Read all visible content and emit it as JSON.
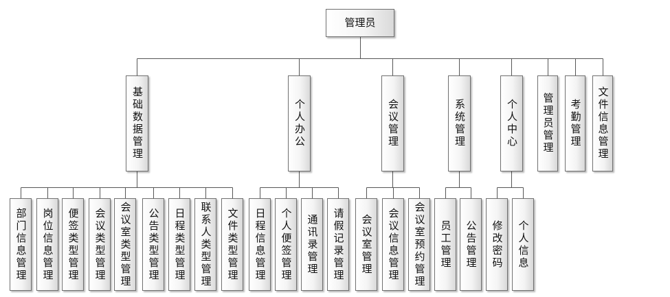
{
  "root": "管理员",
  "level1": [
    {
      "id": "jichu",
      "label": "基础数据管理"
    },
    {
      "id": "geren",
      "label": "个人办公"
    },
    {
      "id": "huiyi",
      "label": "会议管理"
    },
    {
      "id": "xitong",
      "label": "系统管理"
    },
    {
      "id": "zhongxin",
      "label": "个人中心"
    },
    {
      "id": "guanliyuan",
      "label": "管理员管理"
    },
    {
      "id": "kaoqin",
      "label": "考勤管理"
    },
    {
      "id": "wenjian",
      "label": "文件信息管理"
    }
  ],
  "level2": {
    "jichu": [
      "部门信息管理",
      "岗位信息管理",
      "便签类型管理",
      "会议类型管理",
      "会议室类型管理",
      "公告类型管理",
      "日程类型管理",
      "联系人类型管理",
      "文件类型管理"
    ],
    "geren": [
      "日程信息管理",
      "个人便签管理",
      "通讯录管理",
      "请假记录管理"
    ],
    "huiyi": [
      "会议室管理",
      "会议信息管理",
      "会议室预约管理"
    ],
    "xitong": [
      "员工管理",
      "公告管理"
    ],
    "zhongxin": [
      "修改密码",
      "个人信息"
    ]
  },
  "colors": {
    "line": "#555555",
    "border": "#6f6f6f",
    "text": "#111111"
  }
}
